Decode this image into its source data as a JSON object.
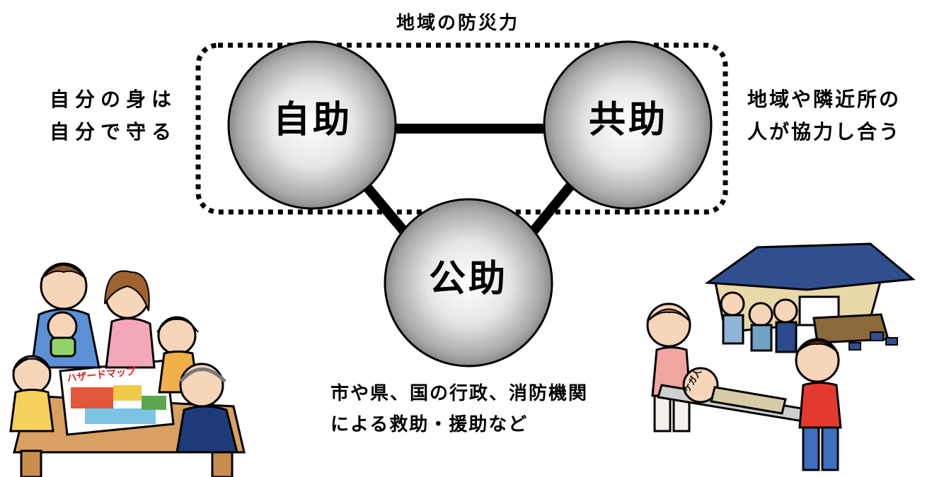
{
  "title": "地域の防災力",
  "nodes": {
    "self": "自助",
    "mutual": "共助",
    "public": "公助"
  },
  "notes": {
    "self": [
      "自分の身は",
      "自分で守る"
    ],
    "mutual": [
      "地域や隣近所の",
      "人が協力し合う"
    ],
    "public": [
      "市や県、国の行政、消防機関",
      "による救助・援助など"
    ]
  },
  "illustrations": {
    "family_map_label": "ハザードマップ",
    "stretcher_victim_label": "ケガ人"
  },
  "colors": {
    "sphere_light": "#ffffff",
    "sphere_dark": "#6e6e6e",
    "line": "#000000",
    "roof": "#2f4f8f"
  }
}
